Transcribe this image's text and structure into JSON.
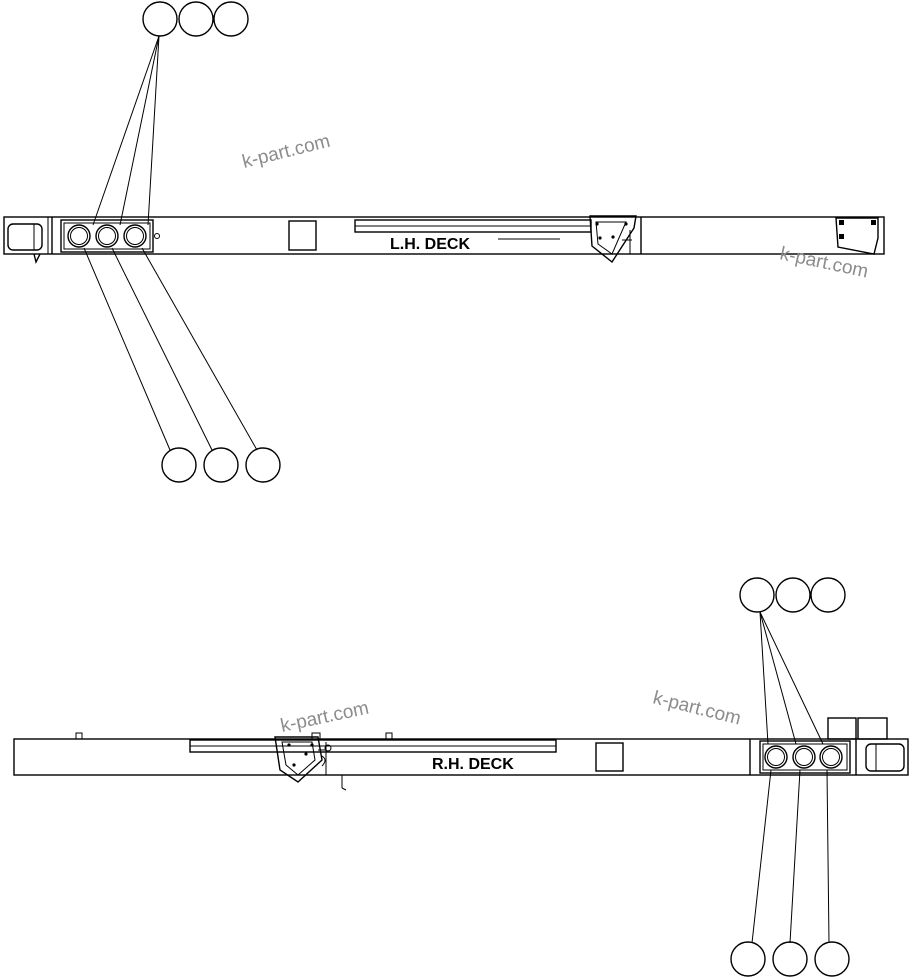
{
  "decks": [
    {
      "label": "L.H. DECK"
    },
    {
      "label": "R.H. DECK"
    }
  ],
  "watermarks": [
    "k-part.com",
    "k-part.com",
    "k-part.com",
    "k-part.com"
  ]
}
